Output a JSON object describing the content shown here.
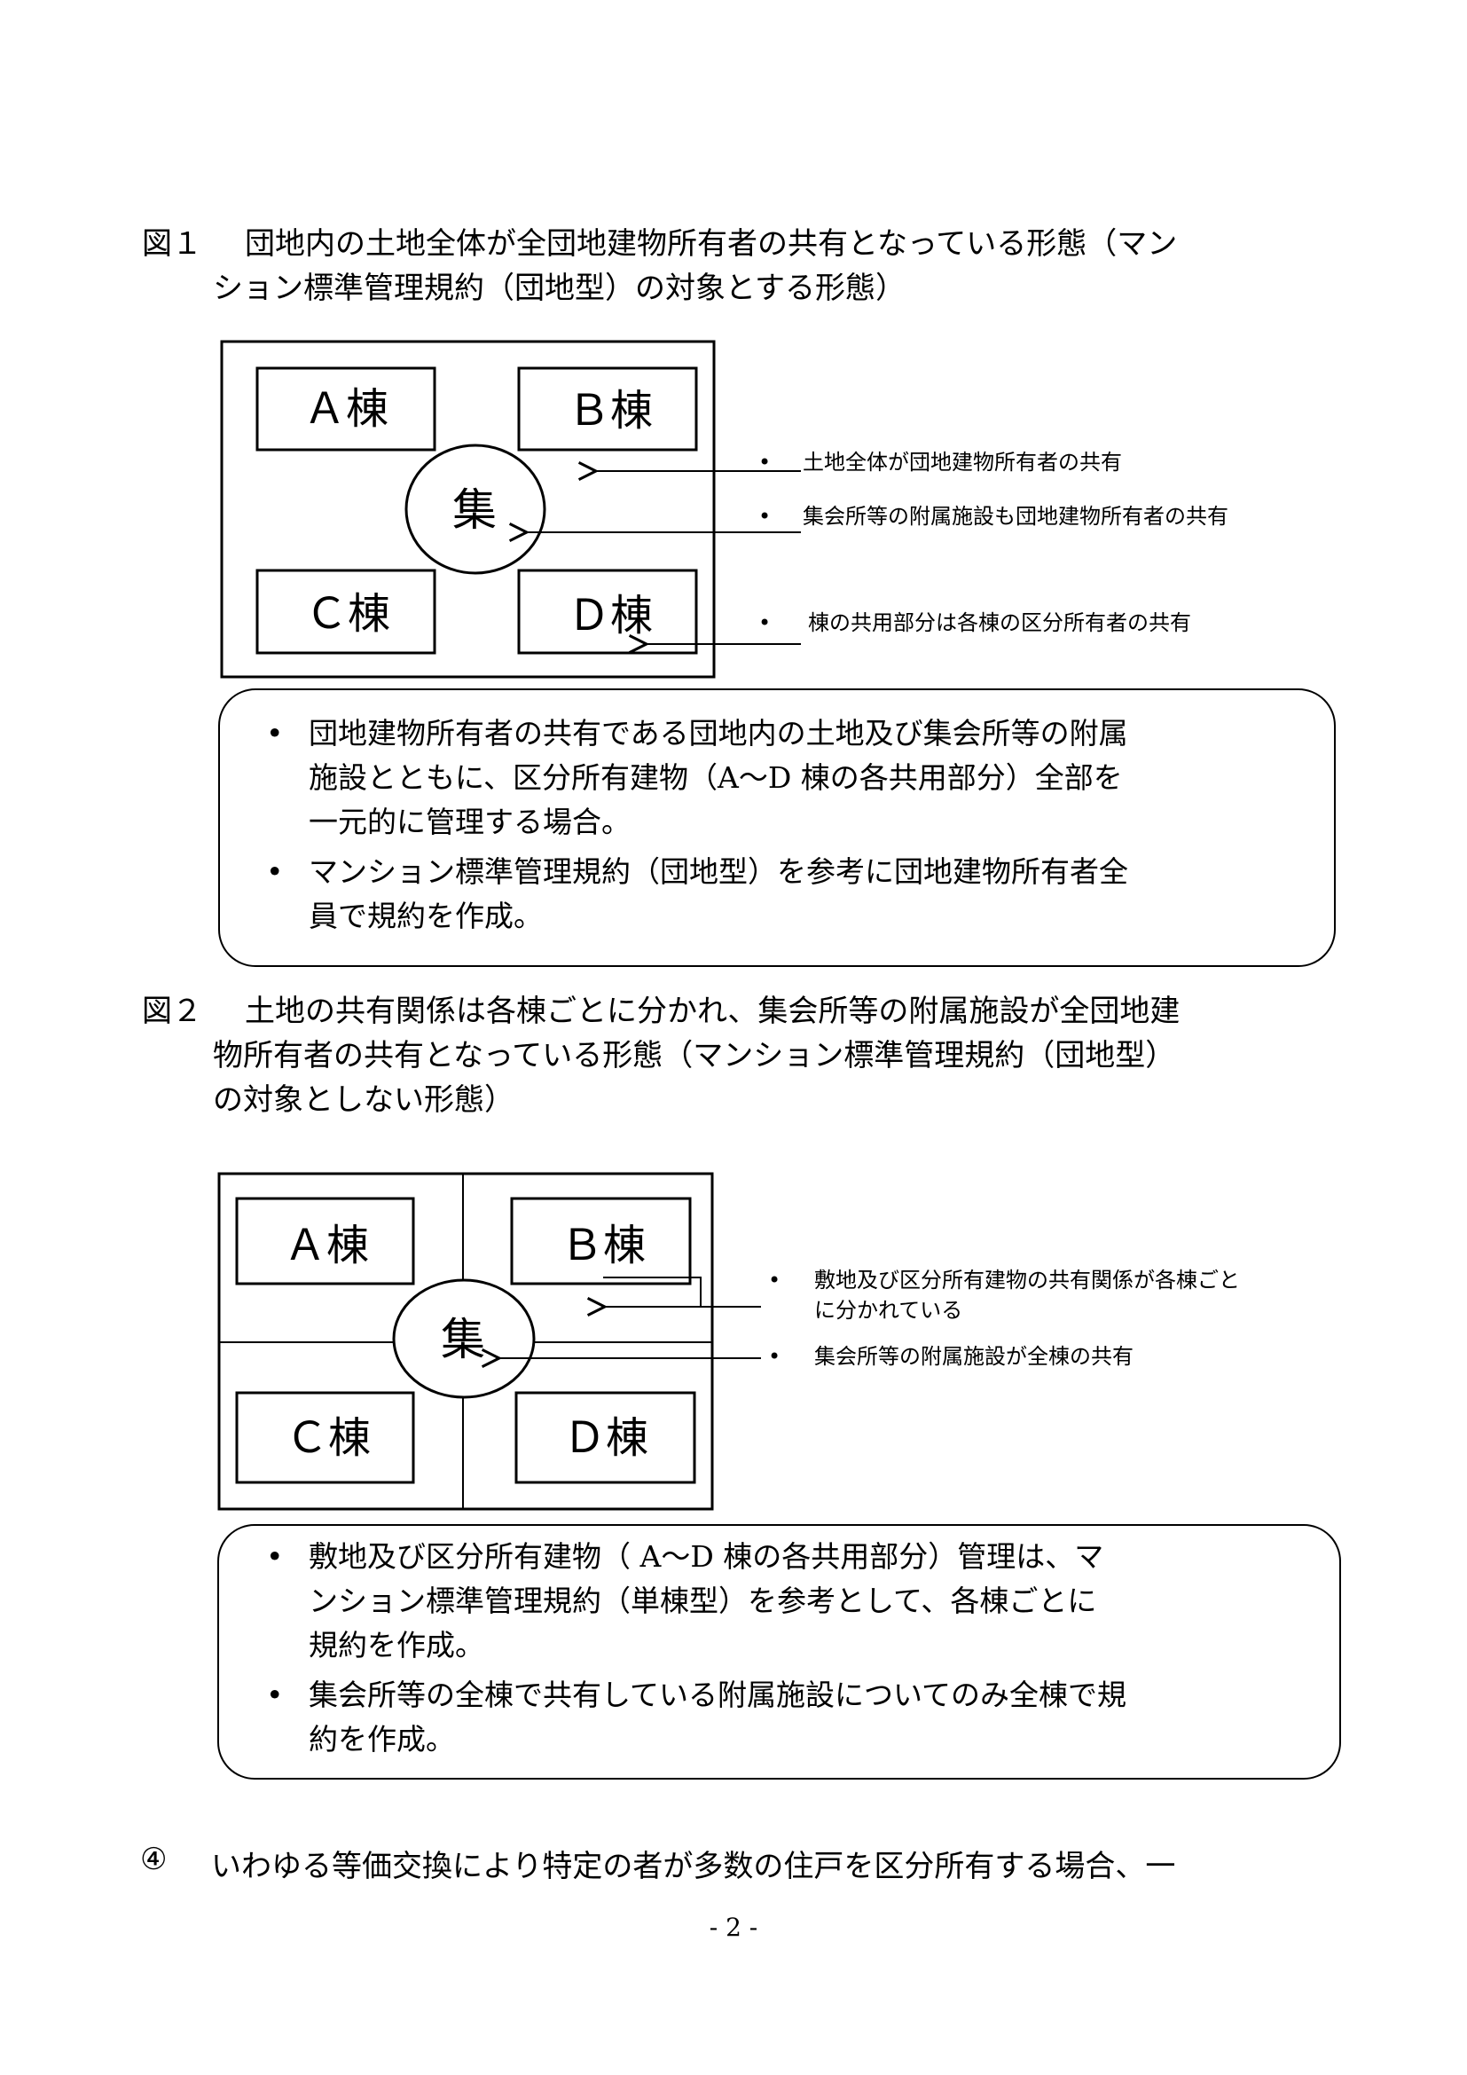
{
  "fig1": {
    "num": "図１",
    "title_line1": "団地内の土地全体が全団地建物所有者の共有となっている形態（マン",
    "title_line2": "ション標準管理規約（団地型）の対象とする形態）",
    "buildings": [
      "Ａ棟",
      "Ｂ棟",
      "Ｃ棟",
      "Ｄ棟"
    ],
    "center": "集",
    "annotations": [
      "土地全体が団地建物所有者の共有",
      "集会所等の附属施設も団地建物所有者の共有",
      "棟の共用部分は各棟の区分所有者の共有"
    ],
    "bullet_symbol": "•",
    "box_items": [
      {
        "l1": "団地建物所有者の共有である団地内の土地及び集会所等の附属",
        "l2": "施設とともに、区分所有建物（A～D 棟の各共用部分）全部を",
        "l3": "一元的に管理する場合。"
      },
      {
        "l1": "マンション標準管理規約（団地型）を参考に団地建物所有者全",
        "l2": "員で規約を作成。"
      }
    ]
  },
  "fig2": {
    "num": "図２",
    "title_line1": "土地の共有関係は各棟ごとに分かれ、集会所等の附属施設が全団地建",
    "title_line2": "物所有者の共有となっている形態（マンション標準管理規約（団地型）",
    "title_line3": "の対象としない形態）",
    "buildings": [
      "Ａ棟",
      "Ｂ棟",
      "Ｃ棟",
      "Ｄ棟"
    ],
    "center": "集",
    "annotations": [
      {
        "l1": "敷地及び区分所有建物の共有関係が各棟ごと",
        "l2": "に分かれている"
      },
      {
        "l1": "集会所等の附属施設が全棟の共有"
      }
    ],
    "box_items": [
      {
        "l1": "敷地及び区分所有建物（ A～D 棟の各共用部分）管理は、マ",
        "l2": "ンション標準管理規約（単棟型）を参考として、各棟ごとに",
        "l3": "規約を作成。"
      },
      {
        "l1": "集会所等の全棟で共有している附属施設についてのみ全棟で規",
        "l2": "約を作成。"
      }
    ]
  },
  "item4": {
    "num": "④",
    "text": "いわゆる等価交換により特定の者が多数の住戸を区分所有する場合、一"
  },
  "page_number": "- 2 -"
}
